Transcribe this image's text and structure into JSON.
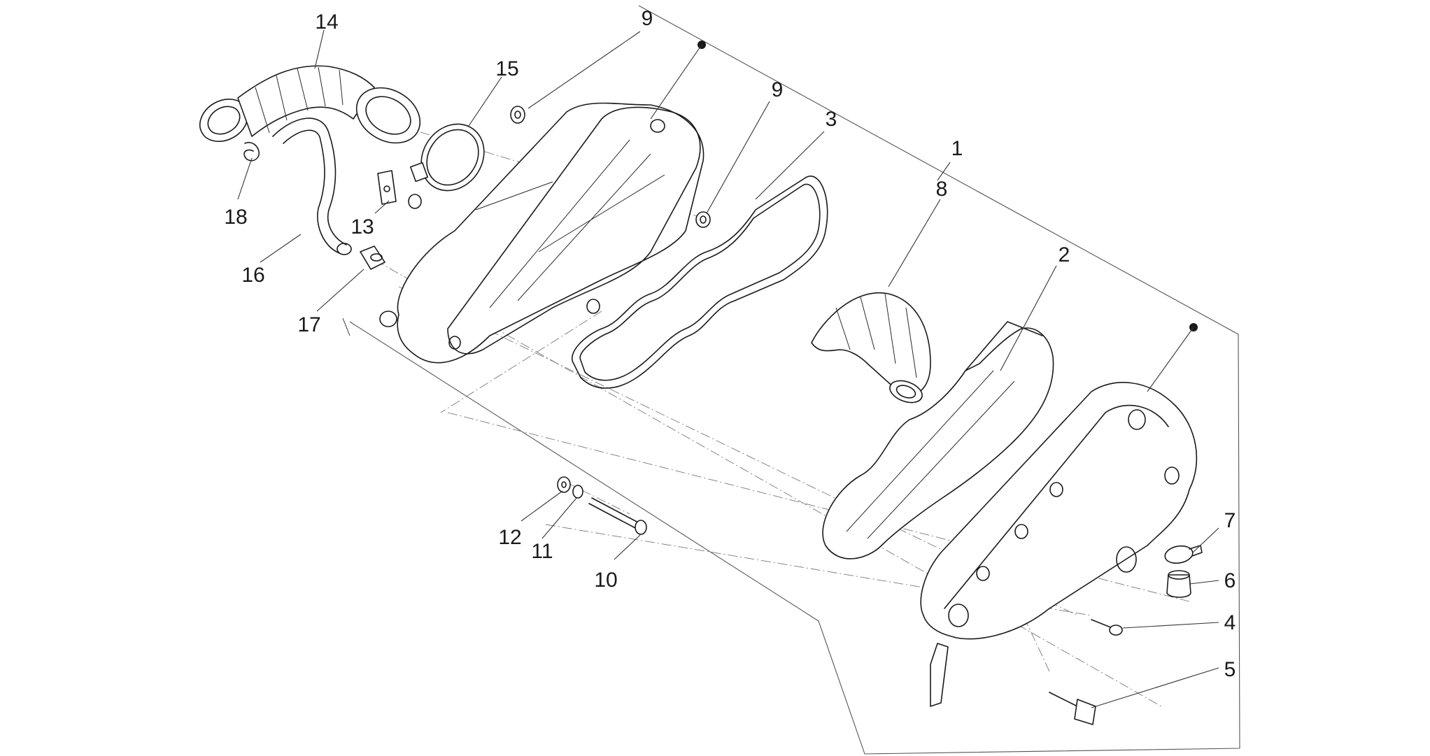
{
  "callouts": {
    "c1": "1",
    "c2": "2",
    "c3": "3",
    "c4": "4",
    "c5": "5",
    "c6": "6",
    "c7": "7",
    "c8": "8",
    "c9a": "9",
    "c9b": "9",
    "c10": "10",
    "c11": "11",
    "c12": "12",
    "c13": "13",
    "c14": "14",
    "c15": "15",
    "c16": "16",
    "c17": "17",
    "c18": "18"
  },
  "colors": {
    "ink": "#1a1a1a",
    "frame": "#555555",
    "axis": "#7a7a7a",
    "background": "#ffffff"
  }
}
